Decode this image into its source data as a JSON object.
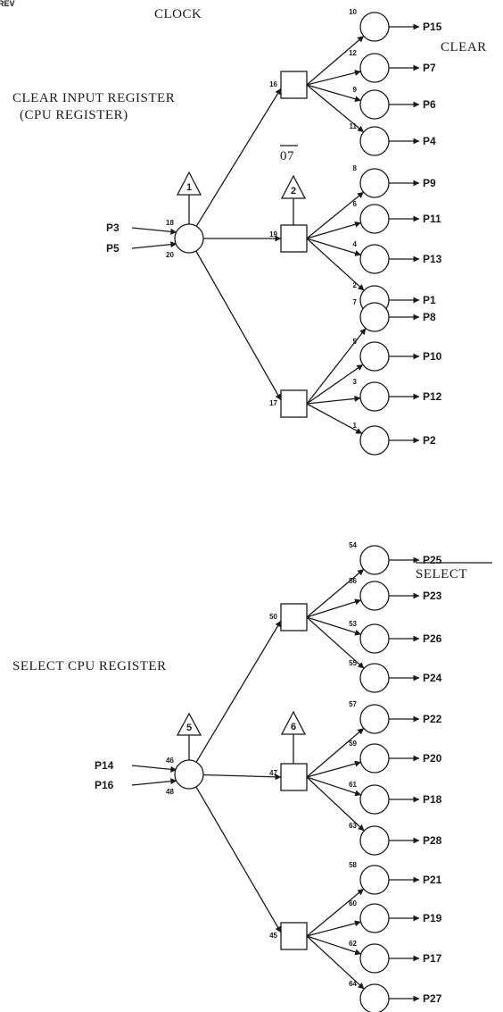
{
  "header": {
    "rev": "REV"
  },
  "titles": {
    "clock": "CLOCK",
    "clear": "CLEAR",
    "clear_input_register": "CLEAR INPUT REGISTER",
    "cpu_register_paren": "(CPU REGISTER)",
    "select_cpu_register": "SELECT CPU REGISTER",
    "select": "SELECT",
    "overbar_07": "07"
  },
  "clear_section": {
    "inputs": [
      {
        "label": "P3",
        "pin": "18"
      },
      {
        "label": "P5",
        "pin": "20"
      }
    ],
    "triangles": [
      "1",
      "2"
    ],
    "branches": [
      {
        "pin": "16",
        "outputs": [
          {
            "pin": "10",
            "label": "P15"
          },
          {
            "pin": "12",
            "label": "P7"
          },
          {
            "pin": "9",
            "label": "P6"
          },
          {
            "pin": "11",
            "label": "P4"
          }
        ]
      },
      {
        "pin": "19",
        "outputs": [
          {
            "pin": "8",
            "label": "P9"
          },
          {
            "pin": "6",
            "label": "P11"
          },
          {
            "pin": "4",
            "label": "P13"
          },
          {
            "pin": "2",
            "label": "P1"
          }
        ]
      },
      {
        "pin": "17",
        "outputs": [
          {
            "pin": "7",
            "label": "P8"
          },
          {
            "pin": "5",
            "label": "P10"
          },
          {
            "pin": "3",
            "label": "P12"
          },
          {
            "pin": "1",
            "label": "P2"
          }
        ]
      }
    ]
  },
  "select_section": {
    "inputs": [
      {
        "label": "P14",
        "pin": "46"
      },
      {
        "label": "P16",
        "pin": "48"
      }
    ],
    "triangles": [
      "5",
      "6"
    ],
    "branches": [
      {
        "pin": "50",
        "outputs": [
          {
            "pin": "54",
            "label": "P25"
          },
          {
            "pin": "56",
            "label": "P23"
          },
          {
            "pin": "53",
            "label": "P26"
          },
          {
            "pin": "55",
            "label": "P24"
          }
        ]
      },
      {
        "pin": "47",
        "outputs": [
          {
            "pin": "57",
            "label": "P22"
          },
          {
            "pin": "59",
            "label": "P20"
          },
          {
            "pin": "61",
            "label": "P18"
          },
          {
            "pin": "63",
            "label": "P28"
          }
        ]
      },
      {
        "pin": "45",
        "outputs": [
          {
            "pin": "58",
            "label": "P21"
          },
          {
            "pin": "60",
            "label": "P19"
          },
          {
            "pin": "62",
            "label": "P17"
          },
          {
            "pin": "64",
            "label": "P27"
          }
        ]
      }
    ]
  }
}
